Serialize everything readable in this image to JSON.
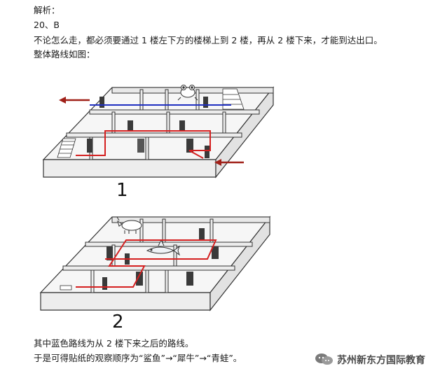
{
  "text": {
    "heading": "解析：",
    "answer": "20、B",
    "explanation": "不论怎么走，都必须要通过 1 楼左下方的楼梯上到 2 楼，再从 2 楼下来，才能到达出口。",
    "route_intro": "整体路线如图：",
    "blue_note": "其中蓝色路线为从 2 楼下来之后的路线。",
    "conclusion": "于是可得贴纸的观察顺序为“鲨鱼”→“犀牛”→“青蛙”。"
  },
  "figures": [
    {
      "label": "1"
    },
    {
      "label": "2"
    }
  ],
  "watermark": {
    "text": "苏州新东方国际教育",
    "icon": "wechat-icon"
  },
  "colors": {
    "red_route": "#d42020",
    "blue_route": "#2030c0",
    "arrow": "#a02018",
    "wall": "#ececec",
    "floor": "#f6f6f6",
    "door": "#3a3a3a"
  }
}
